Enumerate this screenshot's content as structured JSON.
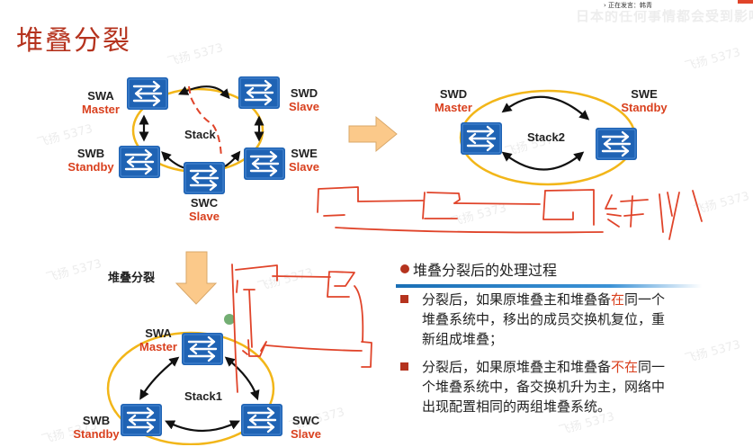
{
  "slide": {
    "title": "堆叠分裂",
    "watermark": "飞扬 5373",
    "overlay": {
      "speaking_text": "› 正在发言：韩青",
      "ghost_text": "日本的任何事情都会受到影响"
    },
    "top_left_diagram": {
      "stack_label": "Stack",
      "switches": [
        {
          "name": "SWA",
          "role": "Master"
        },
        {
          "name": "SWD",
          "role": "Slave"
        },
        {
          "name": "SWB",
          "role": "Standby"
        },
        {
          "name": "SWE",
          "role": "Slave"
        },
        {
          "name": "SWC",
          "role": "Slave"
        }
      ]
    },
    "top_right_diagram": {
      "stack_label": "Stack2",
      "switches": [
        {
          "name": "SWD",
          "role": "Master"
        },
        {
          "name": "SWE",
          "role": "Standby"
        }
      ]
    },
    "bottom_diagram": {
      "arrow_label": "堆叠分裂",
      "stack_label": "Stack1",
      "switches": [
        {
          "name": "SWA",
          "role": "Master"
        },
        {
          "name": "SWB",
          "role": "Standby"
        },
        {
          "name": "SWC",
          "role": "Slave"
        }
      ]
    },
    "section": {
      "heading": "堆叠分裂后的处理过程",
      "bullets": [
        {
          "pre": "分裂后，如果原堆叠主和堆叠备",
          "highlight": "在",
          "post": "同一个堆叠系统中，移出的成员交换机复位，重新组成堆叠；"
        },
        {
          "pre": "分裂后，如果原堆叠主和堆叠备",
          "highlight": "不在",
          "post": "同一个堆叠系统中，备交换机升为主，网络中出现配置相同的两组堆叠系统。"
        }
      ]
    },
    "annotation": {
      "handwritten_text": "链形"
    },
    "colors": {
      "title": "#b5331e",
      "role": "#d9401e",
      "switch_blue": "#1f63b4",
      "ring": "#f2b619",
      "arrow_fill": "#fbc98a",
      "ink": "#e0442a"
    }
  }
}
